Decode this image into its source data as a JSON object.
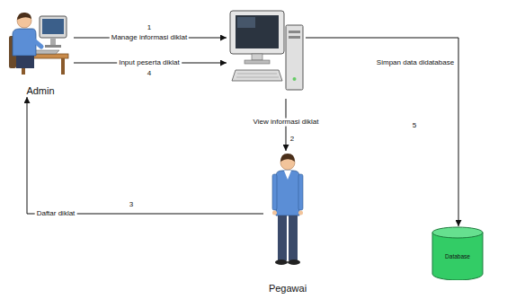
{
  "diagram": {
    "nodes": [
      {
        "text": [
          "Admin"
        ]
      },
      {
        "text": []
      },
      {
        "text": [
          "Pegawai"
        ]
      },
      {
        "text": [
          "Database"
        ]
      }
    ],
    "edges": [
      {
        "from": 0,
        "to": 1,
        "arrow": "to",
        "label": "Manage informasi diklat"
      },
      {
        "from": 0,
        "to": 1,
        "arrow": "to",
        "label": "Input peserta diklat"
      },
      {
        "from": 1,
        "to": 2,
        "arrow": "to",
        "label": "View informasi diklat"
      },
      {
        "from": 2,
        "to": 0,
        "arrow": "to",
        "label": "Daftar diklat"
      },
      {
        "from": 1,
        "to": 3,
        "arrow": "to",
        "label": "Simpan data didatabase"
      }
    ],
    "labels": [
      "1",
      "4",
      "2",
      "3",
      "5"
    ]
  }
}
